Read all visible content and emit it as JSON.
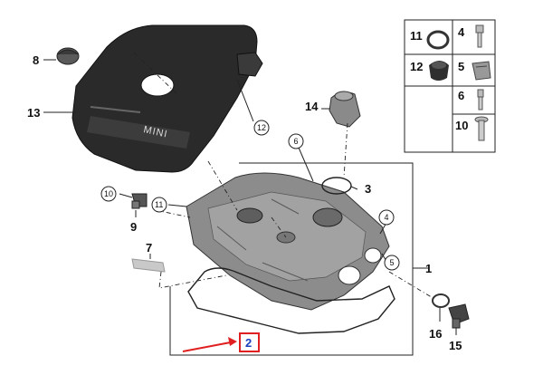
{
  "callouts": {
    "n1": "1",
    "n2": "2",
    "n3": "3",
    "n4": "4",
    "n5": "5",
    "n6": "6",
    "n7": "7",
    "n8": "8",
    "n9": "9",
    "n10": "10",
    "n11": "11",
    "n12": "12",
    "n13": "13",
    "n14": "14",
    "n15": "15",
    "n16": "16"
  },
  "cover_logo": "MINI",
  "inset": {
    "k11": "11",
    "k4": "4",
    "k12": "12",
    "k5": "5",
    "k6": "6",
    "k10": "10"
  },
  "highlight": {
    "part": "2",
    "color": "#e02020"
  },
  "colors": {
    "engine_cover": "#2a2a2a",
    "valve_cover": "#8c8c8c",
    "accent_red": "#e02020"
  }
}
